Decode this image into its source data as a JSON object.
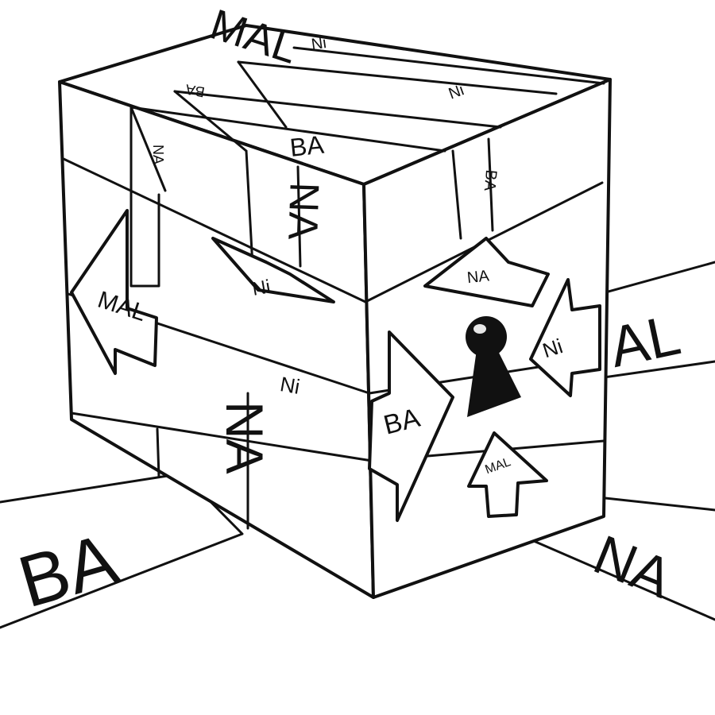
{
  "colors": {
    "ink": "#111111",
    "paper": "#ffffff"
  },
  "labels": {
    "top_mal": "MAL",
    "top_ni_1": "Ni",
    "top_ni_2": "Ni",
    "top_ba_1": "BA",
    "top_ba_2": "BA",
    "top_na": "NA",
    "left_mal": "MAL",
    "left_na_vertical": "NA",
    "left_na_big": "NA",
    "left_ni_arrow": "Ni",
    "left_ni_band": "Ni",
    "right_ba_strip": "BA",
    "right_na_arrow": "NA",
    "right_ba_arrow": "BA",
    "right_ni_arrow": "Ni",
    "right_mal_arrow": "MAL",
    "ground_ba": "BA",
    "ground_na": "NA",
    "ground_al": "AL"
  },
  "icons": {
    "keyhole": "keyhole-icon"
  }
}
